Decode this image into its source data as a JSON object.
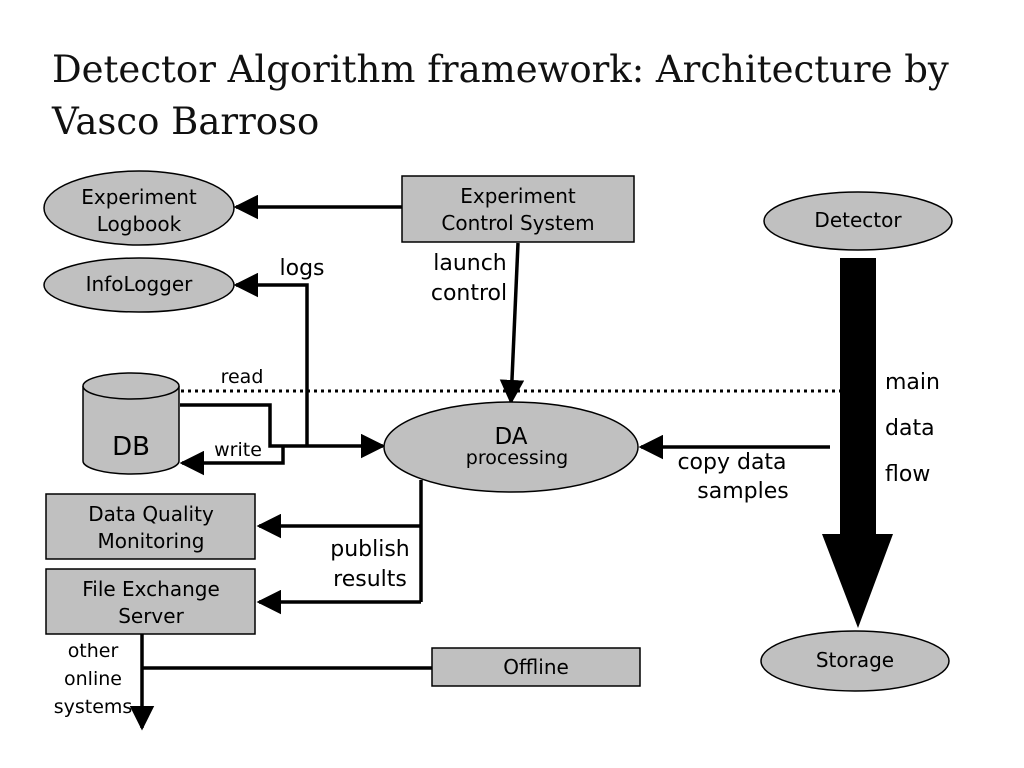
{
  "title": {
    "line1": "Detector Algorithm framework: Architecture by",
    "line2": "Vasco Barroso"
  },
  "colors": {
    "node_fill": "#c0c0c0",
    "stroke": "#000000",
    "background": "#ffffff"
  },
  "nodes": {
    "experiment_logbook": {
      "line1": "Experiment",
      "line2": "Logbook"
    },
    "infologger": {
      "label": "InfoLogger"
    },
    "ecs": {
      "line1": "Experiment",
      "line2": "Control System"
    },
    "detector": {
      "label": "Detector"
    },
    "db": {
      "label": "DB"
    },
    "da": {
      "line1": "DA",
      "line2": "processing"
    },
    "dqm": {
      "line1": "Data Quality",
      "line2": "Monitoring"
    },
    "fxs": {
      "line1": "File Exchange",
      "line2": "Server"
    },
    "offline": {
      "label": "Offline"
    },
    "storage": {
      "label": "Storage"
    }
  },
  "edge_labels": {
    "logs": "logs",
    "launch": "launch",
    "control": "control",
    "read": "read",
    "write": "write",
    "main": "main",
    "data": "data",
    "flow": "flow",
    "copy_data": "copy data",
    "samples": "samples",
    "publish": "publish",
    "results": "results",
    "other": "other",
    "online": "online",
    "systems": "systems"
  }
}
